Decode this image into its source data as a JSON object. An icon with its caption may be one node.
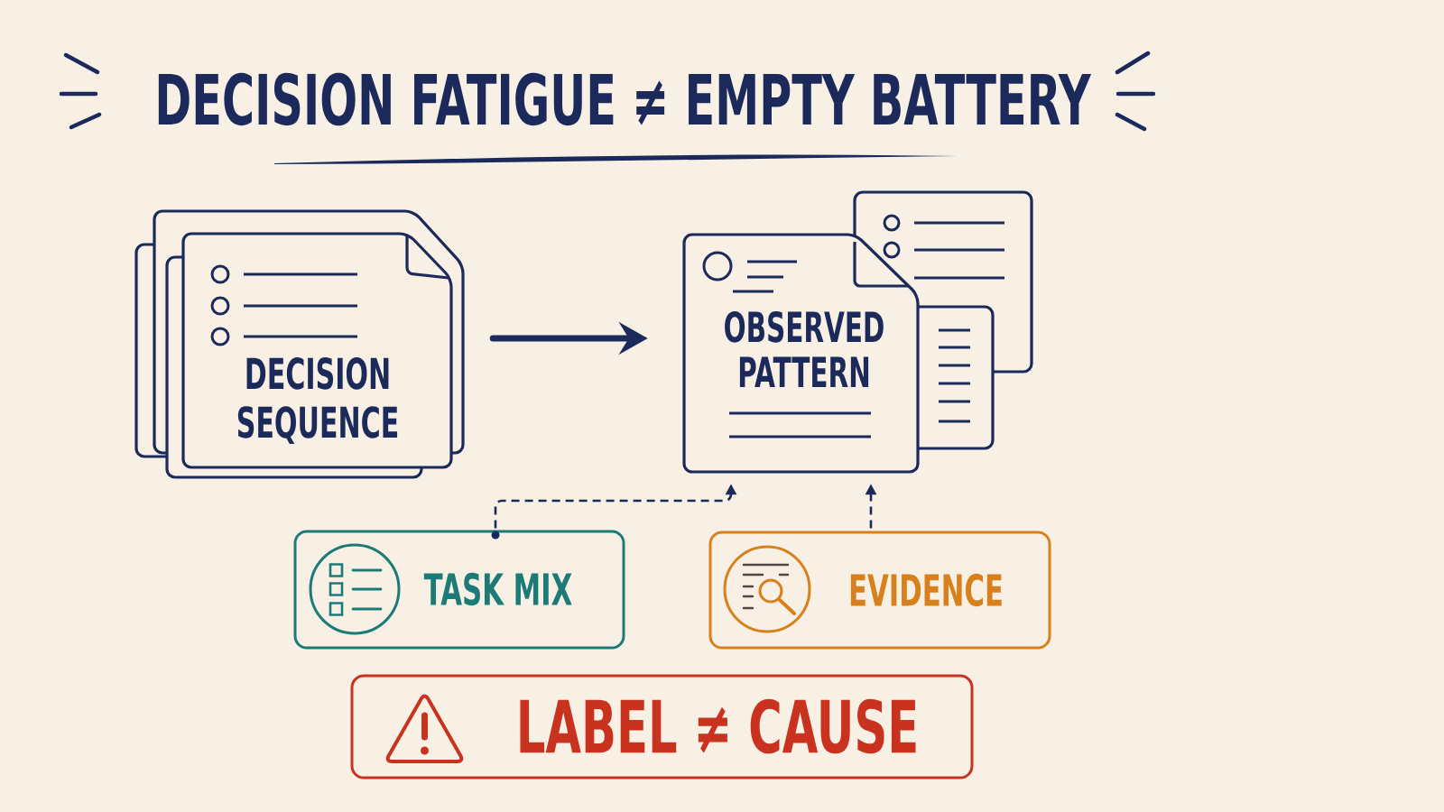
{
  "diagram": {
    "title": "DECISION FATIGUE ≠ EMPTY BATTERY",
    "nodes": [
      {
        "text": [
          "DECISION SEQUENCE"
        ]
      },
      {
        "text": [
          "OBSERVED PATTERN"
        ]
      },
      {
        "text": [
          "TASK MIX"
        ]
      },
      {
        "text": [
          "EVIDENCE"
        ]
      },
      {
        "text": [
          "LABEL ≠ CAUSE"
        ]
      }
    ],
    "edges": [
      {
        "from": 0,
        "to": 1,
        "arrow": "to",
        "style": "thick"
      },
      {
        "from": 2,
        "to": 1,
        "arrow": "to",
        "style": "dashed"
      },
      {
        "from": 3,
        "to": 1,
        "arrow": "to",
        "style": "dashed"
      }
    ]
  }
}
